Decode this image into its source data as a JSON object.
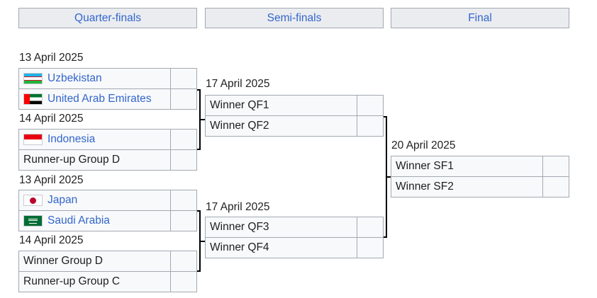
{
  "rounds": {
    "quarterfinals": "Quarter-finals",
    "semifinals": "Semi-finals",
    "final": "Final"
  },
  "quarterfinals": [
    {
      "date": "13 April 2025",
      "teams": [
        {
          "name": "Uzbekistan",
          "flag": "flag-uzbekistan-icon",
          "link": true
        },
        {
          "name": "United Arab Emirates",
          "flag": "flag-uae-icon",
          "link": true
        }
      ]
    },
    {
      "date": "14 April 2025",
      "teams": [
        {
          "name": "Indonesia",
          "flag": "flag-indonesia-icon",
          "link": true
        },
        {
          "name": "Runner-up Group D",
          "link": false
        }
      ]
    },
    {
      "date": "13 April 2025",
      "teams": [
        {
          "name": "Japan",
          "flag": "flag-japan-icon",
          "link": true
        },
        {
          "name": "Saudi Arabia",
          "flag": "flag-saudi-arabia-icon",
          "link": true
        }
      ]
    },
    {
      "date": "14 April 2025",
      "teams": [
        {
          "name": "Winner Group D",
          "link": false
        },
        {
          "name": "Runner-up Group C",
          "link": false
        }
      ]
    }
  ],
  "semifinals": [
    {
      "date": "17 April 2025",
      "teams": [
        "Winner QF1",
        "Winner QF2"
      ]
    },
    {
      "date": "17 April 2025",
      "teams": [
        "Winner QF3",
        "Winner QF4"
      ]
    }
  ],
  "final": {
    "date": "20 April 2025",
    "teams": [
      "Winner SF1",
      "Winner SF2"
    ]
  },
  "colors": {
    "link": "#3366cc",
    "header_bg": "#eaecf0",
    "border": "#a2a9b1",
    "line": "#000000"
  }
}
